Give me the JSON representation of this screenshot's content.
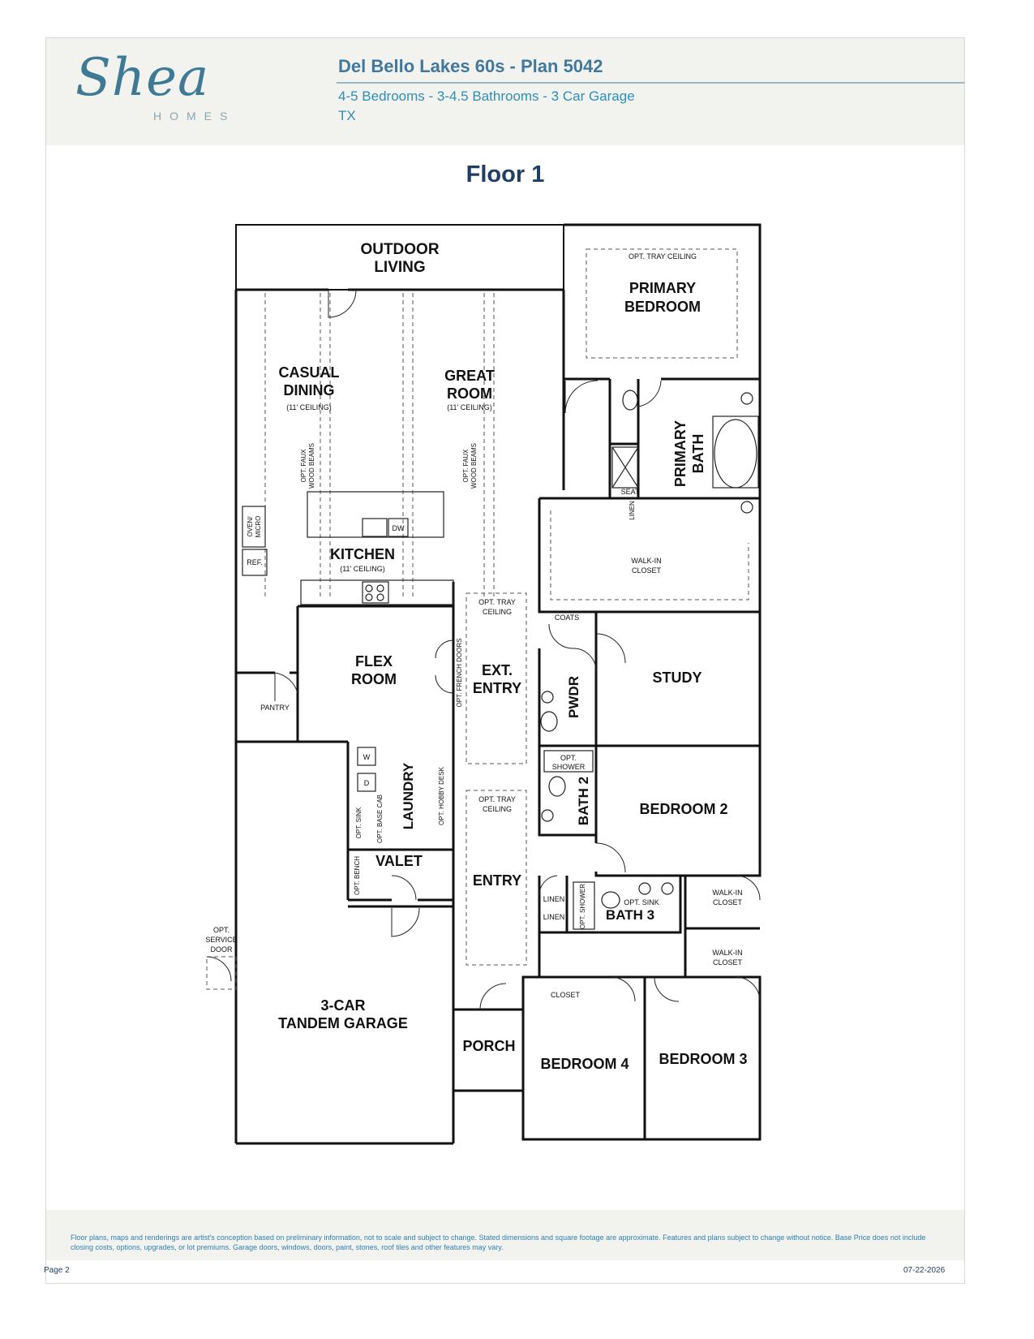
{
  "header": {
    "logo_script": "Shea",
    "logo_sub": "HOMES",
    "plan_title": "Del Bello Lakes 60s - Plan 5042",
    "plan_specs": "4-5 Bedrooms - 3-4.5 Bathrooms - 3 Car Garage",
    "plan_state": "TX"
  },
  "floor_title": "Floor 1",
  "rooms": {
    "outdoor_living": [
      "OUTDOOR",
      "LIVING"
    ],
    "primary_bedroom": [
      "PRIMARY",
      "BEDROOM"
    ],
    "opt_tray_ceiling_primary": "OPT. TRAY CEILING",
    "casual_dining": [
      "CASUAL",
      "DINING"
    ],
    "casual_dining_ceiling": "(11' CEILING)",
    "great_room": [
      "GREAT",
      "ROOM"
    ],
    "great_room_ceiling": "(11' CEILING)",
    "opt_faux_beams_left": [
      "OPT. FAUX",
      "WOOD BEAMS"
    ],
    "opt_faux_beams_right": [
      "OPT. FAUX",
      "WOOD BEAMS"
    ],
    "primary_bath": [
      "PRIMARY",
      "BATH"
    ],
    "seat": "SEAT",
    "linen_primary": "LINEN",
    "oven_micro": [
      "OVEN/",
      "MICRO"
    ],
    "ref": "REF.",
    "dw": "DW",
    "kitchen": "KITCHEN",
    "kitchen_ceiling": "(11' CEILING)",
    "walk_in_closet_primary": [
      "WALK-IN",
      "CLOSET"
    ],
    "opt_tray_ceiling_ext": [
      "OPT. TRAY",
      "CEILING"
    ],
    "coats": "COATS",
    "flex_room": [
      "FLEX",
      "ROOM"
    ],
    "opt_french_doors": "OPT. FRENCH DOORS",
    "ext_entry": [
      "EXT.",
      "ENTRY"
    ],
    "pwdr": "PWDR",
    "study": "STUDY",
    "pantry": "PANTRY",
    "washer": "W",
    "dryer": "D",
    "laundry": "LAUNDRY",
    "opt_hobby_desk": "OPT. HOBBY DESK",
    "opt_sink": "OPT. SINK",
    "opt_base_cab": "OPT. BASE CAB",
    "opt_shower_bath2": [
      "OPT.",
      "SHOWER"
    ],
    "bath_2": "BATH 2",
    "bedroom_2": "BEDROOM 2",
    "opt_tray_ceiling_entry": [
      "OPT. TRAY",
      "CEILING"
    ],
    "opt_bench": "OPT. BENCH",
    "valet": "VALET",
    "entry": "ENTRY",
    "linen_1": "LINEN",
    "linen_2": "LINEN",
    "opt_shower_bath3": "OPT. SHOWER",
    "opt_sink_bath3": "OPT. SINK",
    "bath_3": "BATH 3",
    "walk_in_closet_1": [
      "WALK-IN",
      "CLOSET"
    ],
    "walk_in_closet_2": [
      "WALK-IN",
      "CLOSET"
    ],
    "opt_service_door": [
      "OPT.",
      "SERVICE",
      "DOOR"
    ],
    "garage": [
      "3-CAR",
      "TANDEM GARAGE"
    ],
    "closet": "CLOSET",
    "porch": "PORCH",
    "bedroom_4": "BEDROOM 4",
    "bedroom_3": "BEDROOM 3"
  },
  "footer": {
    "disclaimer": "Floor plans, maps and renderings are artist's conception based on preliminary information, not to scale and subject to change. Stated dimensions and square footage are approximate. Features and plans subject to change without notice. Base Price does not include closing costs, options, upgrades, or lot premiums. Garage doors, windows, doors, paint, stones, roof tiles and other features may vary.",
    "page": "Page 2",
    "date": "07-22-2026"
  },
  "colors": {
    "header_bg": "#f2f2ee",
    "title_blue": "#41789e",
    "spec_blue": "#2f8fb8",
    "floor_title": "#1e3e66",
    "wall": "#111111"
  }
}
